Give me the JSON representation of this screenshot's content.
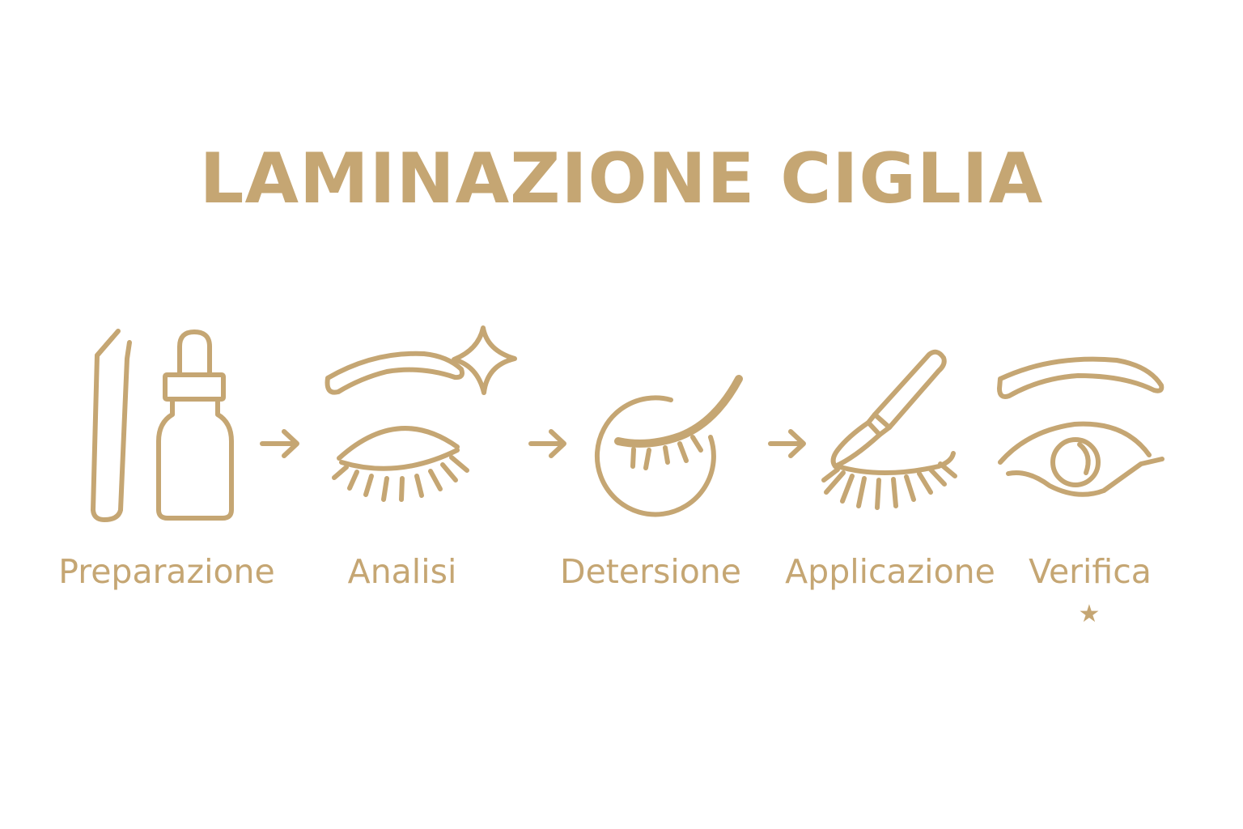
{
  "title": "LAMINAZIONE CIGLIA",
  "accent_color": "#c5a673",
  "background_color": "#ffffff",
  "steps": [
    {
      "label": "Preparazione",
      "icons": [
        "tweezers-icon",
        "dropper-bottle-icon"
      ]
    },
    {
      "label": "Analisi",
      "icons": [
        "eyebrow-icon",
        "sparkle-icon",
        "closed-eye-icon"
      ]
    },
    {
      "label": "Detersione",
      "icons": [
        "cleansing-pad-icon",
        "closed-eye-icon"
      ]
    },
    {
      "label": "Applicazione",
      "icons": [
        "applicator-brush-icon",
        "closed-eye-icon"
      ]
    },
    {
      "label": "Verifica",
      "icons": [
        "eyebrow-icon",
        "open-eye-icon"
      ]
    }
  ],
  "arrows": [
    "arrow-right-icon",
    "arrow-right-icon",
    "arrow-right-icon"
  ],
  "final_mark": "★"
}
